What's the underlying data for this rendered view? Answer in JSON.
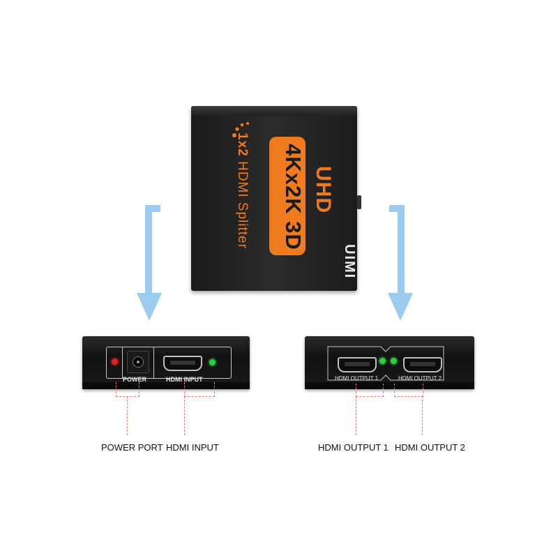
{
  "device": {
    "badge_title": "UHD",
    "badge_res": "4Kx2K 3D",
    "model_prefix": "1x2",
    "model_rest": " HDMI Splitter",
    "brand": "UIMI"
  },
  "input_panel": {
    "power_label": "POWER",
    "hdmi_input_label": "HDMI INPUT"
  },
  "output_panel": {
    "output1_label": "HDMI OUTPUT 1",
    "output2_label": "HDMI OUTPUT 2"
  },
  "captions": {
    "power_port": "POWER PORT",
    "hdmi_input": "HDMI INPUT",
    "hdmi_output_1": "HDMI OUTPUT 1",
    "hdmi_output_2": "HDMI OUTPUT 2"
  },
  "colors": {
    "accent_orange": "#f07a1e",
    "arrow_blue": "#9ccbf0",
    "led_red": "#e02020",
    "led_green": "#2ecc40",
    "guide_red": "#e07a7a"
  },
  "icons": [
    "down-arrow-icon",
    "hdmi-port-icon",
    "dc-jack-icon",
    "led-icon"
  ]
}
